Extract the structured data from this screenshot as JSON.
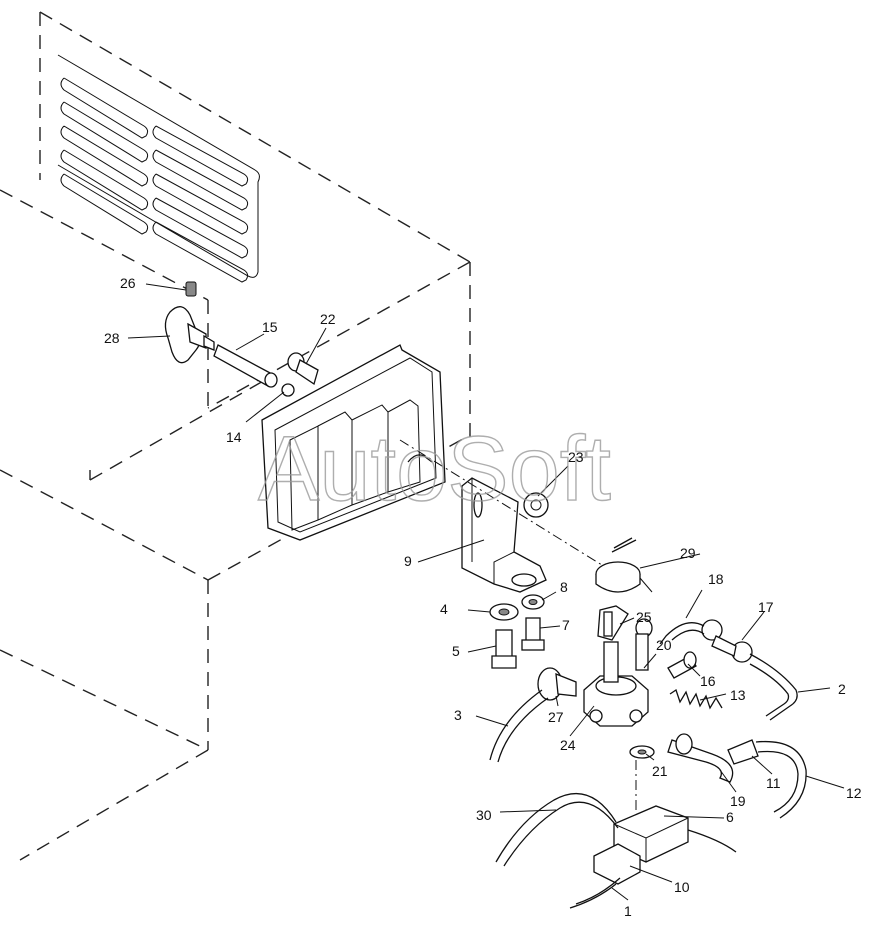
{
  "watermark": "AutoSoft",
  "callouts": [
    {
      "id": "c1",
      "label": "1"
    },
    {
      "id": "c2",
      "label": "2"
    },
    {
      "id": "c3",
      "label": "3"
    },
    {
      "id": "c4",
      "label": "4"
    },
    {
      "id": "c5",
      "label": "5"
    },
    {
      "id": "c6",
      "label": "6"
    },
    {
      "id": "c7",
      "label": "7"
    },
    {
      "id": "c8",
      "label": "8"
    },
    {
      "id": "c9",
      "label": "9"
    },
    {
      "id": "c10",
      "label": "10"
    },
    {
      "id": "c11",
      "label": "11"
    },
    {
      "id": "c12",
      "label": "12"
    },
    {
      "id": "c13",
      "label": "13"
    },
    {
      "id": "c14",
      "label": "14"
    },
    {
      "id": "c15",
      "label": "15"
    },
    {
      "id": "c16",
      "label": "16"
    },
    {
      "id": "c17",
      "label": "17"
    },
    {
      "id": "c18",
      "label": "18"
    },
    {
      "id": "c19",
      "label": "19"
    },
    {
      "id": "c20",
      "label": "20"
    },
    {
      "id": "c21",
      "label": "21"
    },
    {
      "id": "c22",
      "label": "22"
    },
    {
      "id": "c23",
      "label": "23"
    },
    {
      "id": "c24",
      "label": "24"
    },
    {
      "id": "c25",
      "label": "25"
    },
    {
      "id": "c26",
      "label": "26"
    },
    {
      "id": "c27",
      "label": "27"
    },
    {
      "id": "c28",
      "label": "28"
    },
    {
      "id": "c29",
      "label": "29"
    },
    {
      "id": "c30",
      "label": "30"
    }
  ]
}
